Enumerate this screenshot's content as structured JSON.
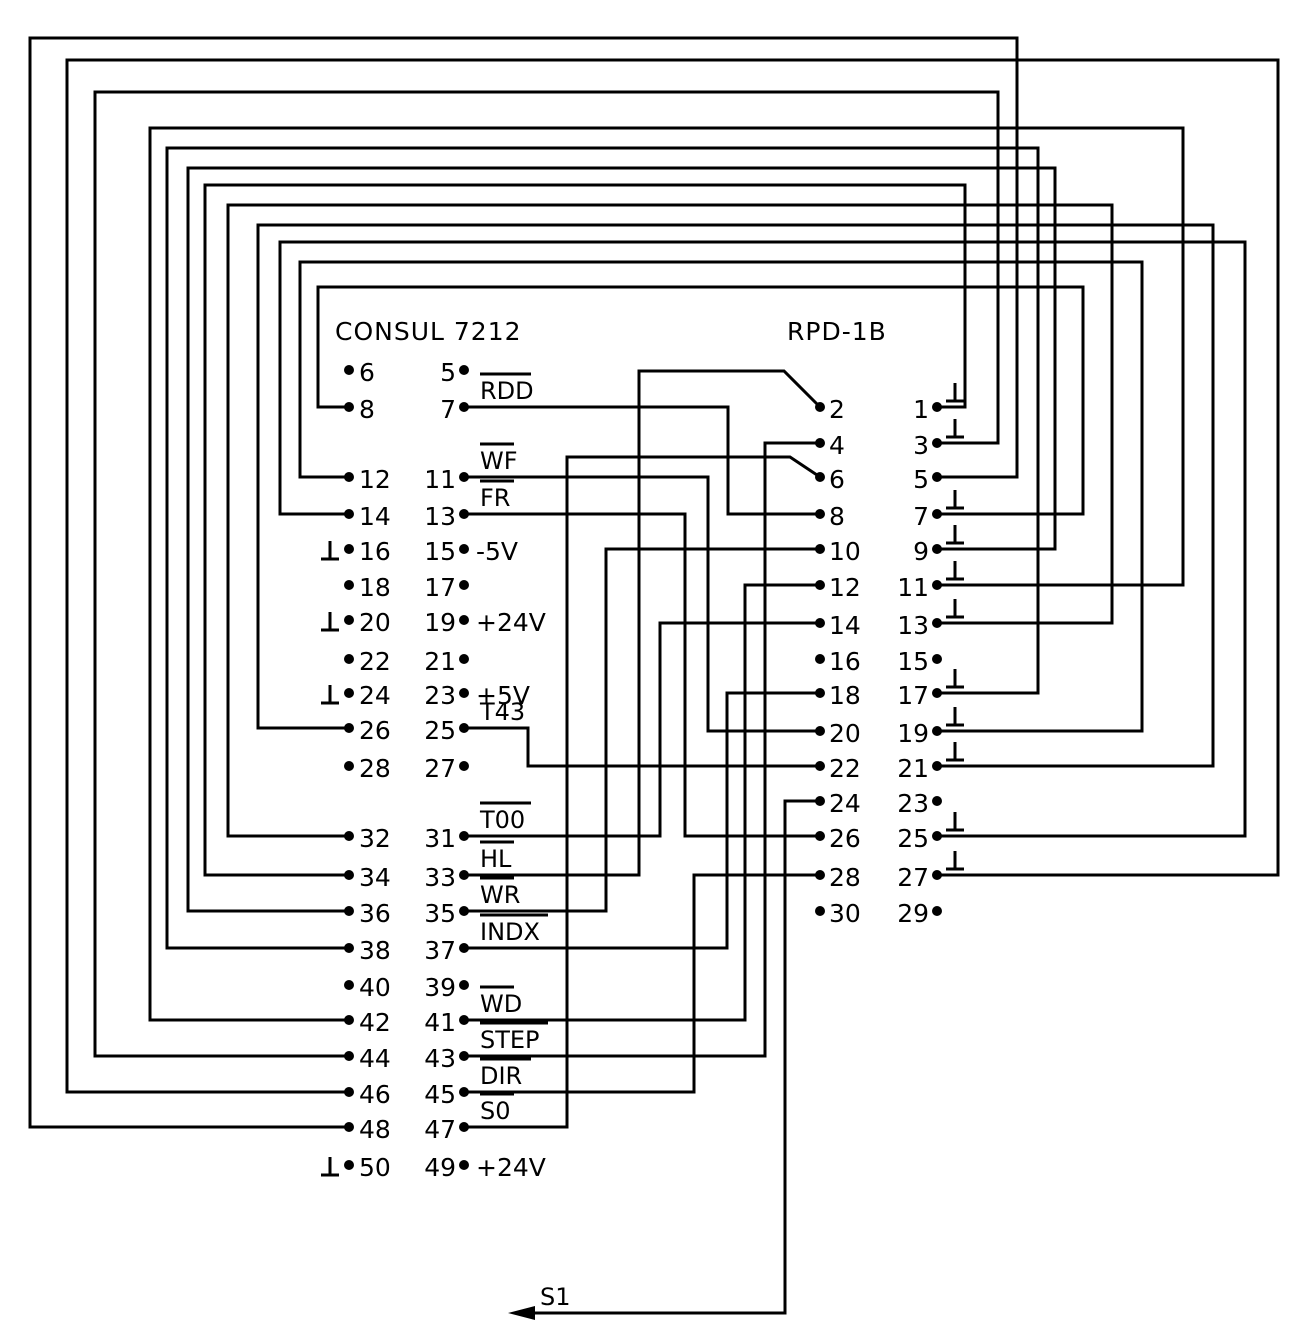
{
  "diagram": {
    "left_connector": {
      "title": "CONSUL 7212",
      "even_pins": [
        {
          "pin": "6",
          "ground": false
        },
        {
          "pin": "8",
          "ground": false
        },
        {
          "pin": "12",
          "ground": false
        },
        {
          "pin": "14",
          "ground": false
        },
        {
          "pin": "16",
          "ground": true
        },
        {
          "pin": "18",
          "ground": false
        },
        {
          "pin": "20",
          "ground": true
        },
        {
          "pin": "22",
          "ground": false
        },
        {
          "pin": "24",
          "ground": true
        },
        {
          "pin": "26",
          "ground": false
        },
        {
          "pin": "28",
          "ground": false
        },
        {
          "pin": "32",
          "ground": false
        },
        {
          "pin": "34",
          "ground": false
        },
        {
          "pin": "36",
          "ground": false
        },
        {
          "pin": "38",
          "ground": false
        },
        {
          "pin": "40",
          "ground": false
        },
        {
          "pin": "42",
          "ground": false
        },
        {
          "pin": "44",
          "ground": false
        },
        {
          "pin": "46",
          "ground": false
        },
        {
          "pin": "48",
          "ground": false
        },
        {
          "pin": "50",
          "ground": true
        }
      ],
      "odd_pins": [
        {
          "pin": "5",
          "label": ""
        },
        {
          "pin": "7",
          "label": "RDD"
        },
        {
          "pin": "11",
          "label": "WF"
        },
        {
          "pin": "13",
          "label": "FR"
        },
        {
          "pin": "15",
          "label": "-5V"
        },
        {
          "pin": "17",
          "label": ""
        },
        {
          "pin": "19",
          "label": "+24V"
        },
        {
          "pin": "21",
          "label": ""
        },
        {
          "pin": "23",
          "label": "+5V"
        },
        {
          "pin": "25",
          "label": "T43"
        },
        {
          "pin": "27",
          "label": ""
        },
        {
          "pin": "31",
          "label": "T00"
        },
        {
          "pin": "33",
          "label": "HL"
        },
        {
          "pin": "35",
          "label": "WR"
        },
        {
          "pin": "37",
          "label": "INDX"
        },
        {
          "pin": "39",
          "label": ""
        },
        {
          "pin": "41",
          "label": "WD"
        },
        {
          "pin": "43",
          "label": "STEP"
        },
        {
          "pin": "45",
          "label": "DIR"
        },
        {
          "pin": "47",
          "label": "S0"
        },
        {
          "pin": "49",
          "label": "+24V"
        }
      ]
    },
    "right_connector": {
      "title": "RPD-1B",
      "even_pins": [
        "2",
        "4",
        "6",
        "8",
        "10",
        "12",
        "14",
        "16",
        "18",
        "20",
        "22",
        "24",
        "26",
        "28",
        "30"
      ],
      "odd_pins": [
        {
          "pin": "1",
          "ground": true
        },
        {
          "pin": "3",
          "ground": true
        },
        {
          "pin": "5",
          "ground": false
        },
        {
          "pin": "7",
          "ground": true
        },
        {
          "pin": "9",
          "ground": true
        },
        {
          "pin": "11",
          "ground": true
        },
        {
          "pin": "13",
          "ground": true
        },
        {
          "pin": "15",
          "ground": false
        },
        {
          "pin": "17",
          "ground": true
        },
        {
          "pin": "19",
          "ground": true
        },
        {
          "pin": "21",
          "ground": true
        },
        {
          "pin": "23",
          "ground": false
        },
        {
          "pin": "25",
          "ground": true
        },
        {
          "pin": "27",
          "ground": true
        },
        {
          "pin": "29",
          "ground": false
        }
      ]
    },
    "connections": [
      {
        "from": "CONSUL 7212:48",
        "to": "RPD-1B:5"
      },
      {
        "from": "CONSUL 7212:46",
        "to": "RPD-1B:27"
      },
      {
        "from": "CONSUL 7212:44",
        "to": "RPD-1B:3"
      },
      {
        "from": "CONSUL 7212:42",
        "to": "RPD-1B:11"
      },
      {
        "from": "CONSUL 7212:38",
        "to": "RPD-1B:17"
      },
      {
        "from": "CONSUL 7212:36",
        "to": "RPD-1B:9"
      },
      {
        "from": "CONSUL 7212:34",
        "to": "RPD-1B:1"
      },
      {
        "from": "CONSUL 7212:32",
        "to": "RPD-1B:13"
      },
      {
        "from": "CONSUL 7212:26",
        "to": "RPD-1B:21"
      },
      {
        "from": "CONSUL 7212:14",
        "to": "RPD-1B:25"
      },
      {
        "from": "CONSUL 7212:12",
        "to": "RPD-1B:19"
      },
      {
        "from": "CONSUL 7212:8",
        "to": "RPD-1B:7"
      },
      {
        "from": "CONSUL 7212:7 (RDD)",
        "to": "RPD-1B:8"
      },
      {
        "from": "CONSUL 7212:11 (WF)",
        "to": "RPD-1B:20"
      },
      {
        "from": "CONSUL 7212:13 (FR)",
        "to": "RPD-1B:26"
      },
      {
        "from": "CONSUL 7212:25 (T43)",
        "to": "RPD-1B:22"
      },
      {
        "from": "CONSUL 7212:31 (T00)",
        "to": "RPD-1B:14"
      },
      {
        "from": "CONSUL 7212:33 (HL)",
        "to": "RPD-1B:2"
      },
      {
        "from": "CONSUL 7212:35 (WR)",
        "to": "RPD-1B:10"
      },
      {
        "from": "CONSUL 7212:37 (INDX)",
        "to": "RPD-1B:18"
      },
      {
        "from": "CONSUL 7212:41 (WD)",
        "to": "RPD-1B:12"
      },
      {
        "from": "CONSUL 7212:43 (STEP)",
        "to": "RPD-1B:4"
      },
      {
        "from": "CONSUL 7212:45 (DIR)",
        "to": "RPD-1B:28"
      },
      {
        "from": "CONSUL 7212:47 (S0)",
        "to": "RPD-1B:6"
      },
      {
        "from": "RPD-1B:24",
        "to": "S1"
      }
    ],
    "external_label": "S1"
  }
}
